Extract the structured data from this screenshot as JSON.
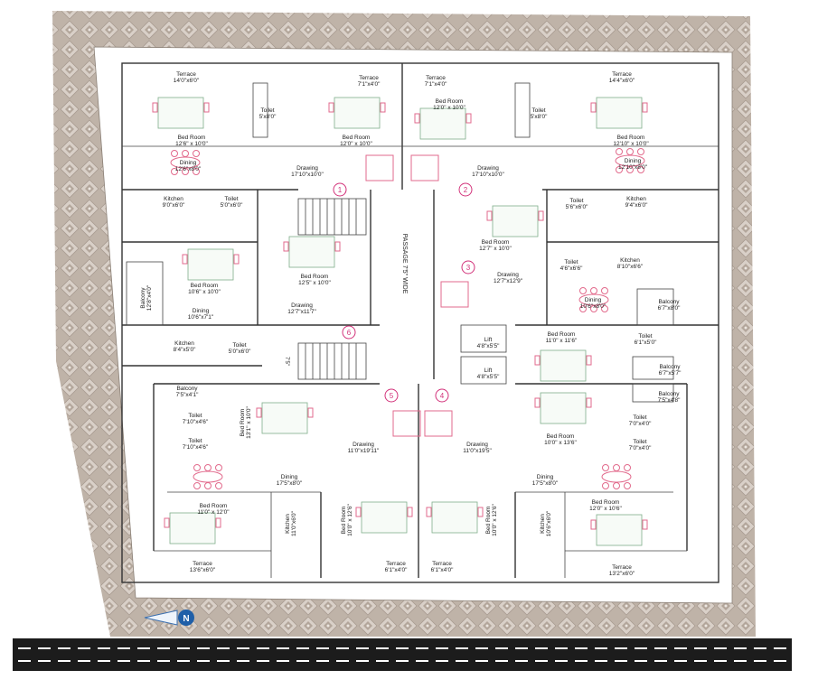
{
  "plan": {
    "passage_label": "PASSAGE 7'5\" WIDE",
    "north_label": "N",
    "flat_numbers": [
      "1",
      "2",
      "3",
      "4",
      "5",
      "6"
    ],
    "rooms": [
      {
        "name": "Terrace",
        "dim": "14'0\"x6'0\""
      },
      {
        "name": "Terrace",
        "dim": "7'1\"x4'0\""
      },
      {
        "name": "Terrace",
        "dim": "7'1\"x4'0\""
      },
      {
        "name": "Terrace",
        "dim": "14'4\"x6'0\""
      },
      {
        "name": "Toilet",
        "dim": "5'x8'0\""
      },
      {
        "name": "Toilet",
        "dim": "5'x8'0\""
      },
      {
        "name": "Bed Room",
        "dim": "12'6\" x 10'0\""
      },
      {
        "name": "Bed Room",
        "dim": "12'0\" x 10'0\""
      },
      {
        "name": "Bed Room",
        "dim": "12'0\" x 10'0\""
      },
      {
        "name": "Bed Room",
        "dim": "12'10\" x 10'0\""
      },
      {
        "name": "Dining",
        "dim": "12'6\"x8'0\""
      },
      {
        "name": "Dining",
        "dim": "12'10\"x8'0\""
      },
      {
        "name": "Drawing",
        "dim": "17'10\"x10'0\""
      },
      {
        "name": "Drawing",
        "dim": "17'10\"x10'0\""
      },
      {
        "name": "Kitchen",
        "dim": "9'0\"x6'0\""
      },
      {
        "name": "Toilet",
        "dim": "5'0\"x6'0\""
      },
      {
        "name": "Toilet",
        "dim": "5'6\"x6'0\""
      },
      {
        "name": "Kitchen",
        "dim": "9'4\"x6'0\""
      },
      {
        "name": "Bed Room",
        "dim": "12'7\" x 10'0\""
      },
      {
        "name": "Bed Room",
        "dim": "10'6\" x 10'0\""
      },
      {
        "name": "Bed Room",
        "dim": "12'5\" x 10'0\""
      },
      {
        "name": "Toilet",
        "dim": "4'6\"x6'6\""
      },
      {
        "name": "Kitchen",
        "dim": "8'10\"x6'6\""
      },
      {
        "name": "Drawing",
        "dim": "12'7\"x12'9\""
      },
      {
        "name": "Balcony",
        "dim": "12'8\"x4'0\""
      },
      {
        "name": "Dining",
        "dim": "10'6\"x7'1\""
      },
      {
        "name": "Drawing",
        "dim": "12'7\"x11'7\""
      },
      {
        "name": "Dining",
        "dim": "10'6\"x8'0\""
      },
      {
        "name": "Balcony",
        "dim": "6'7\"x8'0\""
      },
      {
        "name": "Kitchen",
        "dim": "8'4\"x5'0\""
      },
      {
        "name": "Toilet",
        "dim": "5'0\"x6'0\""
      },
      {
        "name": "Bed Room",
        "dim": "11'0\" x 11'6\""
      },
      {
        "name": "Lift",
        "dim": "4'8\"x5'5\""
      },
      {
        "name": "Lift",
        "dim": "4'8\"x5'5\""
      },
      {
        "name": "Toilet",
        "dim": "6'1\"x5'0\""
      },
      {
        "name": "Balcony",
        "dim": "6'7\"x5'7\""
      },
      {
        "name": "Balcony",
        "dim": "7'5\"x4'1\""
      },
      {
        "name": "Toilet",
        "dim": "7'10\"x4'6\""
      },
      {
        "name": "Toilet",
        "dim": "7'10\"x4'6\""
      },
      {
        "name": "Bed Room",
        "dim": "13'1\" x 10'0\""
      },
      {
        "name": "Balcony",
        "dim": "7'5\"x4'8\""
      },
      {
        "name": "Toilet",
        "dim": "7'0\"x4'0\""
      },
      {
        "name": "Toilet",
        "dim": "7'0\"x4'0\""
      },
      {
        "name": "Bed Room",
        "dim": "10'0\" x 13'6\""
      },
      {
        "name": "Drawing",
        "dim": "11'0\"x19'11\""
      },
      {
        "name": "Drawing",
        "dim": "11'0\"x19'5\""
      },
      {
        "name": "Dining",
        "dim": "17'5\"x8'0\""
      },
      {
        "name": "Dining",
        "dim": "17'5\"x8'0\""
      },
      {
        "name": "Bed Room",
        "dim": "11'0\" x 12'0\""
      },
      {
        "name": "Bed Room",
        "dim": "12'0\" x 10'6\""
      },
      {
        "name": "Kitchen",
        "dim": "11'0\"x6'0\""
      },
      {
        "name": "Bed Room",
        "dim": "10'0\" x 12'6\""
      },
      {
        "name": "Bed Room",
        "dim": "10'0\" x 12'6\""
      },
      {
        "name": "Kitchen",
        "dim": "10'6\"x6'0\""
      },
      {
        "name": "Terrace",
        "dim": "13'6\"x6'0\""
      },
      {
        "name": "Terrace",
        "dim": "6'1\"x4'0\""
      },
      {
        "name": "Terrace",
        "dim": "6'1\"x4'0\""
      },
      {
        "name": "Terrace",
        "dim": "13'2\"x6'0\""
      }
    ],
    "stair_dim": "7'5\""
  },
  "colors": {
    "tile": "#c8bdb3",
    "road": "#1c1c1c",
    "accent": "#d2327a",
    "window": "#e26a8c",
    "fixture": "#3a8fd4"
  }
}
